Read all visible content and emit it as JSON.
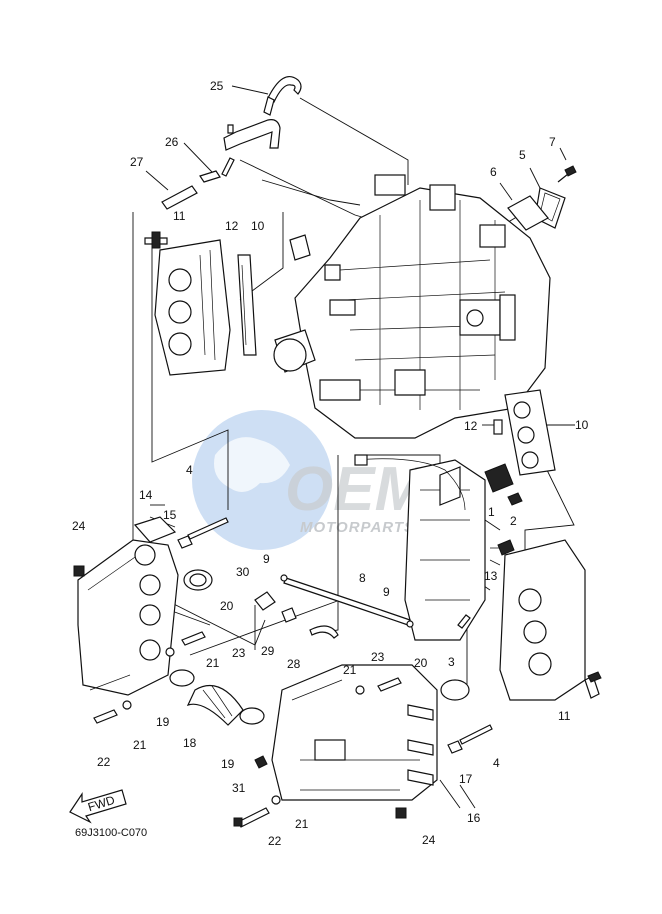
{
  "diagram": {
    "code": "69J3100-C070",
    "fwd_label": "FWD",
    "watermark": {
      "brand": "OEM",
      "sub": "MOTORPARTS",
      "color_blue": "#3a7fd0",
      "color_grey": "#9aa0a6"
    },
    "callouts": [
      "25",
      "26",
      "27",
      "11",
      "12",
      "10",
      "7",
      "5",
      "6",
      "12",
      "10",
      "1",
      "2",
      "14",
      "15",
      "4",
      "24",
      "9",
      "30",
      "8",
      "9",
      "20",
      "23",
      "29",
      "21",
      "28",
      "21",
      "23",
      "20",
      "13",
      "3",
      "19",
      "18",
      "19",
      "21",
      "22",
      "31",
      "21",
      "22",
      "17",
      "4",
      "16",
      "24",
      "11"
    ]
  }
}
